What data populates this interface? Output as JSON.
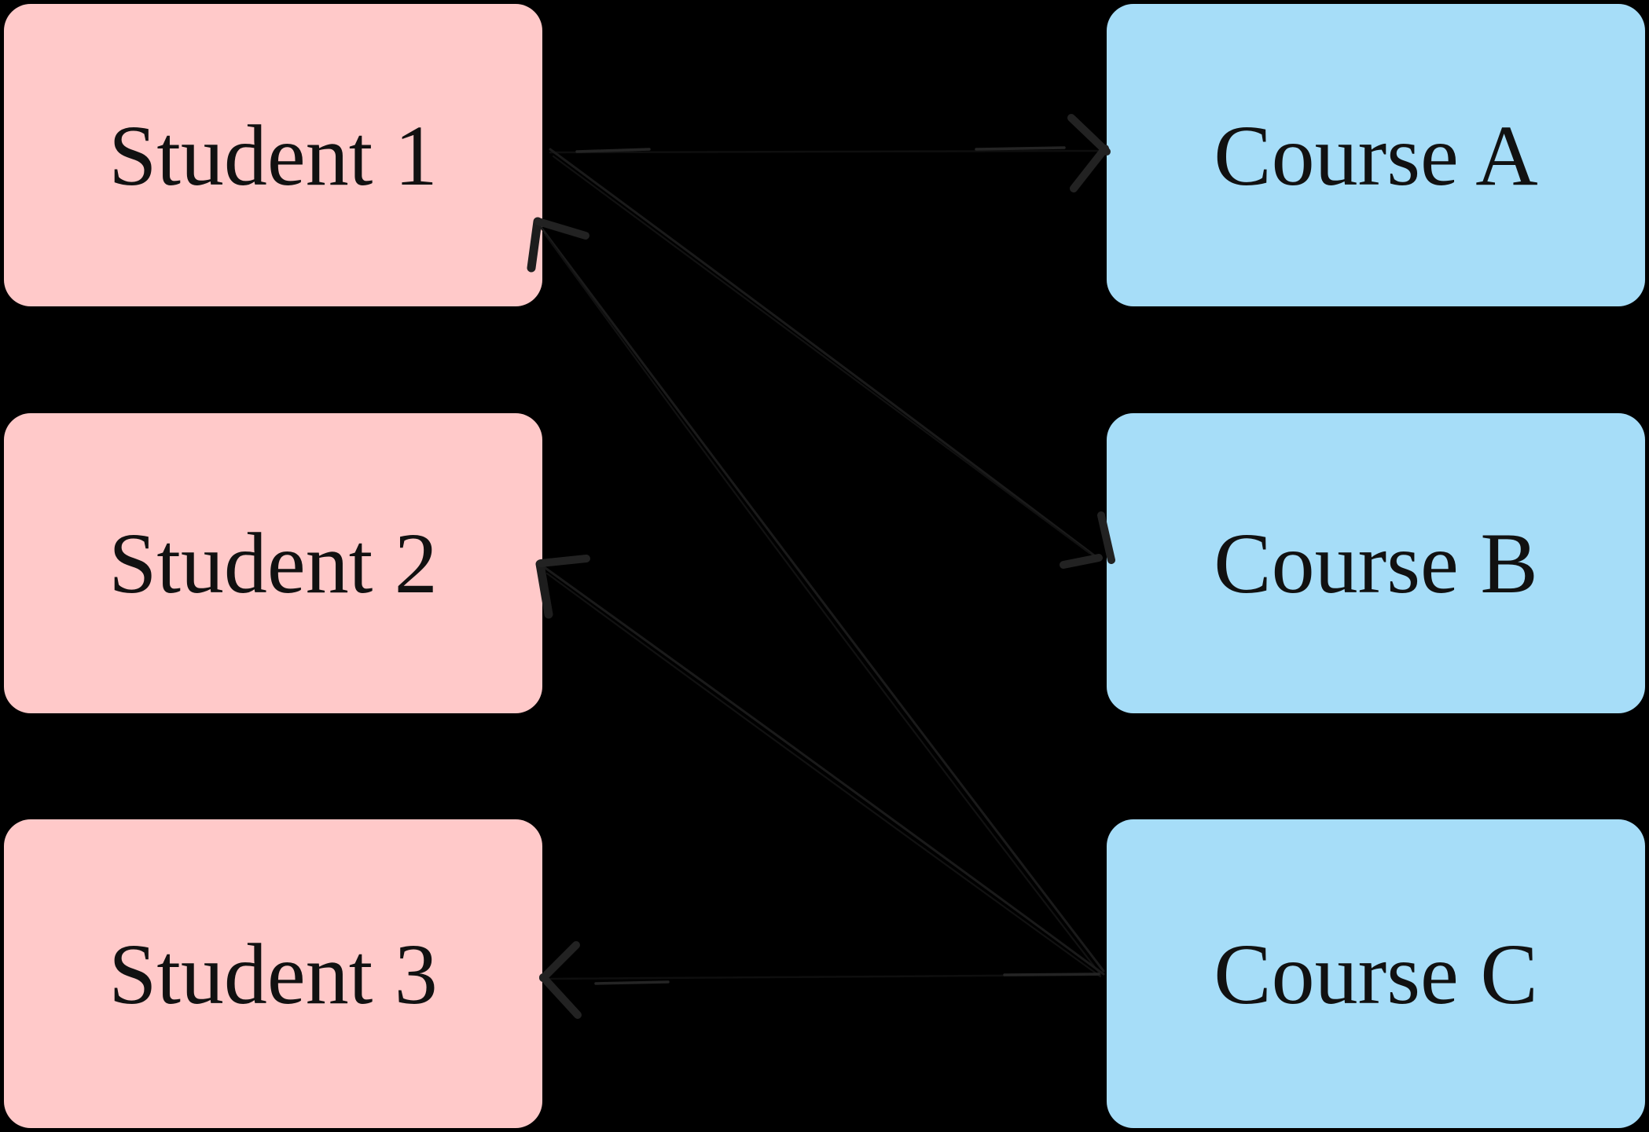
{
  "diagram": {
    "students": [
      {
        "label": "Student 1"
      },
      {
        "label": "Student 2"
      },
      {
        "label": "Student 3"
      }
    ],
    "courses": [
      {
        "label": "Course A"
      },
      {
        "label": "Course B"
      },
      {
        "label": "Course C"
      }
    ],
    "edges": [
      {
        "from": "Student 1",
        "to": "Course A"
      },
      {
        "from": "Student 1",
        "to": "Course B"
      },
      {
        "from": "Course C",
        "to": "Student 1"
      },
      {
        "from": "Course C",
        "to": "Student 2"
      },
      {
        "from": "Course C",
        "to": "Student 3"
      }
    ],
    "colors": {
      "background": "#000000",
      "student_fill": "#ffc9c9",
      "course_fill": "#a6ddf8",
      "text": "#111111",
      "arrow_ink": "#222222"
    }
  }
}
